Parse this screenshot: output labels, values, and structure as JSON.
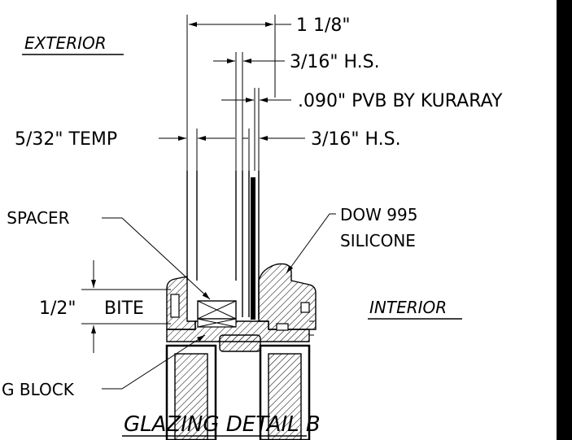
{
  "labels": {
    "exterior": "EXTERIOR",
    "interior": "INTERIOR",
    "overall": "1 1/8\"",
    "hs_top": "3/16\" H.S.",
    "pvb": ".090\" PVB BY KURARAY",
    "temp": "5/32\" TEMP",
    "hs_bottom": "3/16\" H.S.",
    "spacer": "I SPACER",
    "silicone_1": "DOW 995",
    "silicone_2": "SILICONE",
    "bite_dim": "1/2\"",
    "bite": "BITE",
    "setting_block": "G BLOCK",
    "title": "GLAZING DETAIL B"
  }
}
